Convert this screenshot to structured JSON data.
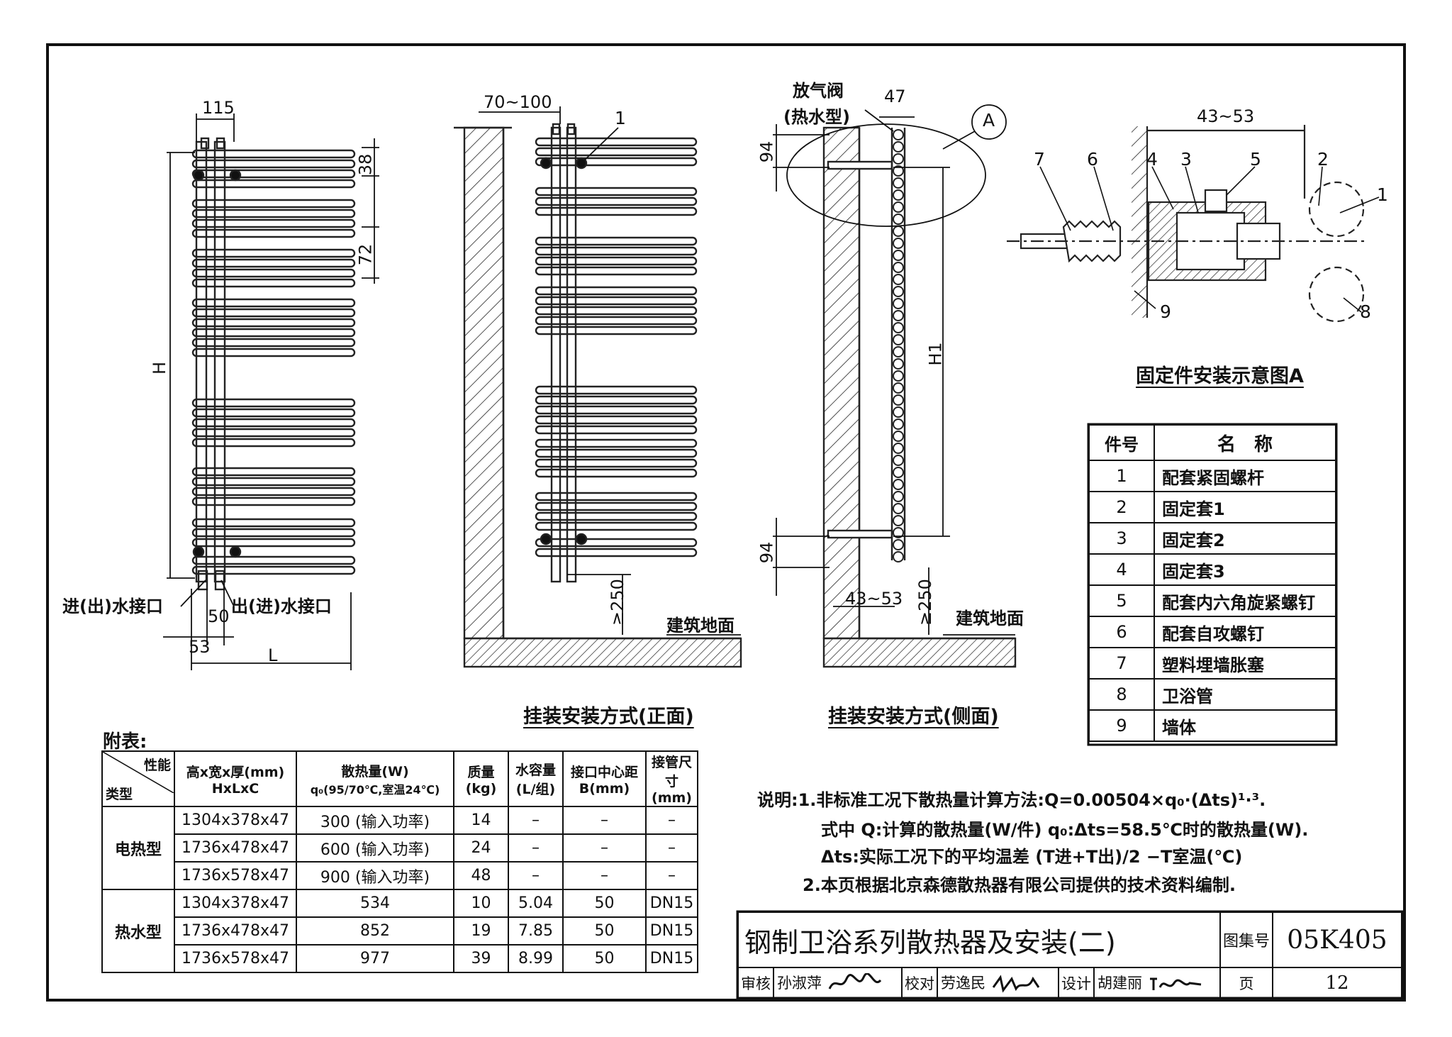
{
  "front_view": {
    "dim_top": "115",
    "dim_38": "38",
    "dim_72": "72",
    "dim_H": "H",
    "inlet_label": "进(出)水接口",
    "outlet_label": "出(进)水接口",
    "dim_50": "50",
    "dim_53": "53",
    "dim_L": "L"
  },
  "wall_front": {
    "dim_top": "70~100",
    "callout_1": "1",
    "dim_250": "≥250",
    "floor_label": "建筑地面",
    "caption": "挂装安装方式(正面)"
  },
  "wall_side": {
    "valve_label_1": "放气阀",
    "valve_label_2": "(热水型)",
    "dim_47": "47",
    "detail_ref": "A",
    "dim_94_top": "94",
    "dim_H1": "H1",
    "dim_94_bottom": "94",
    "dim_43_53": "43~53",
    "dim_250": "≥250",
    "floor_label": "建筑地面",
    "caption": "挂装安装方式(侧面)"
  },
  "detail_a": {
    "dim_top": "43~53",
    "callouts": [
      "7",
      "6",
      "4",
      "3",
      "5",
      "2",
      "1",
      "9",
      "8"
    ],
    "caption": "固定件安装示意图A"
  },
  "parts_table": {
    "header_no": "件号",
    "header_name": "名　称",
    "rows": [
      {
        "no": "1",
        "name": "配套紧固螺杆"
      },
      {
        "no": "2",
        "name": "固定套1"
      },
      {
        "no": "3",
        "name": "固定套2"
      },
      {
        "no": "4",
        "name": "固定套3"
      },
      {
        "no": "5",
        "name": "配套内六角旋紧螺钉"
      },
      {
        "no": "6",
        "name": "配套自攻螺钉"
      },
      {
        "no": "7",
        "name": "塑料埋墙胀塞"
      },
      {
        "no": "8",
        "name": "卫浴管"
      },
      {
        "no": "9",
        "name": "墙体"
      }
    ]
  },
  "appendix": {
    "title": "附表:",
    "header_corner_top": "性能",
    "header_corner_bottom": "类型",
    "header_size_1": "高x宽x厚(mm)",
    "header_size_2": "HxLxC",
    "header_heat_1": "散热量(W)",
    "header_heat_2": "q₀(95/70℃,室温24℃)",
    "header_mass_1": "质量",
    "header_mass_2": "(kg)",
    "header_water_1": "水容量",
    "header_water_2": "(L/组)",
    "header_center_1": "接口中心距",
    "header_center_2": "B(mm)",
    "header_pipe_1": "接管尺寸",
    "header_pipe_2": "(mm)",
    "type_electric": "电热型",
    "type_hot_water": "热水型",
    "rows": [
      {
        "size": "1304x378x47",
        "heat": "300 (输入功率)",
        "mass": "14",
        "water": "–",
        "center": "–",
        "pipe": "–"
      },
      {
        "size": "1736x478x47",
        "heat": "600 (输入功率)",
        "mass": "24",
        "water": "–",
        "center": "–",
        "pipe": "–"
      },
      {
        "size": "1736x578x47",
        "heat": "900 (输入功率)",
        "mass": "48",
        "water": "–",
        "center": "–",
        "pipe": "–"
      },
      {
        "size": "1304x378x47",
        "heat": "534",
        "mass": "10",
        "water": "5.04",
        "center": "50",
        "pipe": "DN15"
      },
      {
        "size": "1736x478x47",
        "heat": "852",
        "mass": "19",
        "water": "7.85",
        "center": "50",
        "pipe": "DN15"
      },
      {
        "size": "1736x578x47",
        "heat": "977",
        "mass": "39",
        "water": "8.99",
        "center": "50",
        "pipe": "DN15"
      }
    ]
  },
  "notes": {
    "line1": "说明:1.非标准工况下散热量计算方法:Q=0.00504×q₀·(Δts)¹·³.",
    "line2": "式中 Q:计算的散热量(W/件) q₀:Δts=58.5℃时的散热量(W).",
    "line3": "Δts:实际工况下的平均温差 (T进+T出)/2 −T室温(℃)",
    "line4": "2.本页根据北京森德散热器有限公司提供的技术资料编制."
  },
  "title_block": {
    "title": "钢制卫浴系列散热器及安装(二)",
    "atlas_label": "图集号",
    "atlas_no": "05K405",
    "review_label": "审核",
    "review_name": "孙淑萍",
    "check_label": "校对",
    "check_name": "劳逸民",
    "design_label": "设计",
    "design_name": "胡建丽",
    "page_label": "页",
    "page_no": "12"
  }
}
